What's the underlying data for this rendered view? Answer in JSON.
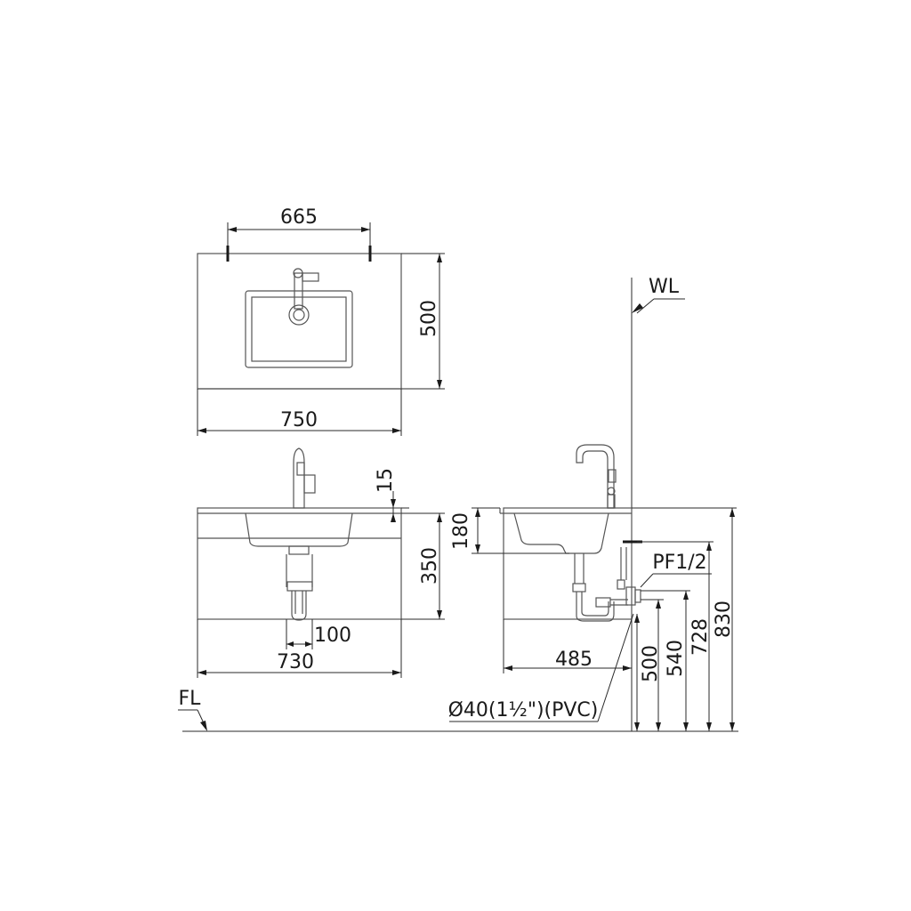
{
  "top_view": {
    "dim_basin_width": "665",
    "dim_depth": "500",
    "dim_width": "750"
  },
  "front_view": {
    "dim_top_thickness": "15",
    "dim_height": "350",
    "dim_drain_offset": "100",
    "dim_cabinet_width": "730"
  },
  "side_view": {
    "dim_bowl_depth": "180",
    "label_supply": "PF1/2",
    "dim_drain_setback": "485",
    "dim_h_500": "500",
    "dim_h_540": "540",
    "dim_h_728": "728",
    "dim_h_830": "830",
    "label_pipe": "Ø40(1½\")(PVC)"
  },
  "markers": {
    "wall_line": "WL",
    "floor_line": "FL"
  }
}
